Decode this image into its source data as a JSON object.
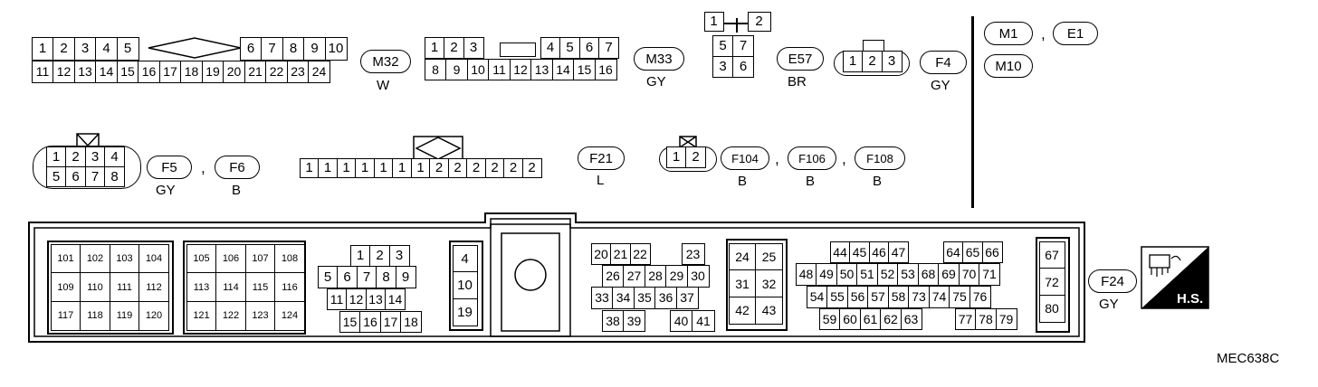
{
  "connectors": {
    "m32": {
      "id": "M32",
      "color": "W",
      "row1a": [
        "1",
        "2",
        "3",
        "4",
        "5"
      ],
      "row1b": [
        "6",
        "7",
        "8",
        "9",
        "10"
      ],
      "row2": [
        "11",
        "12",
        "13",
        "14",
        "15",
        "16",
        "17",
        "18",
        "19",
        "20",
        "21",
        "22",
        "23",
        "24"
      ]
    },
    "m33": {
      "id": "M33",
      "color": "GY",
      "row1a": [
        "1",
        "2",
        "3"
      ],
      "row1b": [
        "4",
        "5",
        "6",
        "7"
      ],
      "row2": [
        "8",
        "9",
        "10",
        "11",
        "12",
        "13",
        "14",
        "15",
        "16"
      ]
    },
    "e57": {
      "id": "E57",
      "color": "BR",
      "top": [
        "1",
        "2"
      ],
      "mid": [
        "5",
        "7"
      ],
      "bot": [
        "3",
        "6"
      ]
    },
    "f4": {
      "id": "F4",
      "color": "GY",
      "pins": [
        "1",
        "2",
        "3"
      ]
    },
    "m1": {
      "id": "M1"
    },
    "e1": {
      "id": "E1"
    },
    "m10": {
      "id": "M10"
    },
    "f5": {
      "id": "F5",
      "color": "GY",
      "row1": [
        "1",
        "2",
        "3",
        "4"
      ],
      "row2": [
        "5",
        "6",
        "7",
        "8"
      ]
    },
    "f6": {
      "id": "F6",
      "color": "B"
    },
    "f21": {
      "id": "F21",
      "color": "L",
      "pins": [
        "1",
        "1",
        "1",
        "1",
        "1",
        "1",
        "1",
        "2",
        "2",
        "2",
        "2",
        "2",
        "2"
      ]
    },
    "f104": {
      "id": "F104",
      "color": "B",
      "pins": [
        "1",
        "2"
      ]
    },
    "f106": {
      "id": "F106",
      "color": "B"
    },
    "f108": {
      "id": "F108",
      "color": "B"
    },
    "f24": {
      "id": "F24",
      "color": "GY"
    }
  },
  "separator": ",",
  "ecm": {
    "block1": [
      [
        "101",
        "102",
        "103",
        "104"
      ],
      [
        "109",
        "110",
        "111",
        "112"
      ],
      [
        "117",
        "118",
        "119",
        "120"
      ]
    ],
    "block2": [
      [
        "105",
        "106",
        "107",
        "108"
      ],
      [
        "113",
        "114",
        "115",
        "116"
      ],
      [
        "121",
        "122",
        "123",
        "124"
      ]
    ],
    "block3": {
      "r1": [
        "1",
        "2",
        "3"
      ],
      "r2": [
        "5",
        "6",
        "7",
        "8",
        "9"
      ],
      "r3": [
        "11",
        "12",
        "13",
        "14"
      ],
      "r4": [
        "15",
        "16",
        "17",
        "18"
      ]
    },
    "block4": [
      "4",
      "10",
      "19"
    ],
    "block5": {
      "r1": [
        "20",
        "21",
        "22"
      ],
      "r1b": [
        "23"
      ],
      "r2": [
        "26",
        "27",
        "28",
        "29",
        "30"
      ],
      "r3": [
        "33",
        "34",
        "35",
        "36",
        "37"
      ],
      "r4a": [
        "38",
        "39"
      ],
      "r4b": [
        "40",
        "41"
      ]
    },
    "block6": [
      [
        "24",
        "25"
      ],
      [
        "31",
        "32"
      ],
      [
        "42",
        "43"
      ]
    ],
    "block7": {
      "r1a": [
        "44",
        "45",
        "46",
        "47"
      ],
      "r1b": [
        "64",
        "65",
        "66"
      ],
      "r2": [
        "48",
        "49",
        "50",
        "51",
        "52",
        "53",
        "68",
        "69",
        "70",
        "71"
      ],
      "r3": [
        "54",
        "55",
        "56",
        "57",
        "58",
        "73",
        "74",
        "75",
        "76"
      ],
      "r4a": [
        "59",
        "60",
        "61",
        "62",
        "63"
      ],
      "r4b": [
        "77",
        "78",
        "79"
      ]
    },
    "block8": [
      "67",
      "72",
      "80"
    ]
  },
  "badge": {
    "text": "H.S."
  },
  "figure_code": "MEC638C"
}
